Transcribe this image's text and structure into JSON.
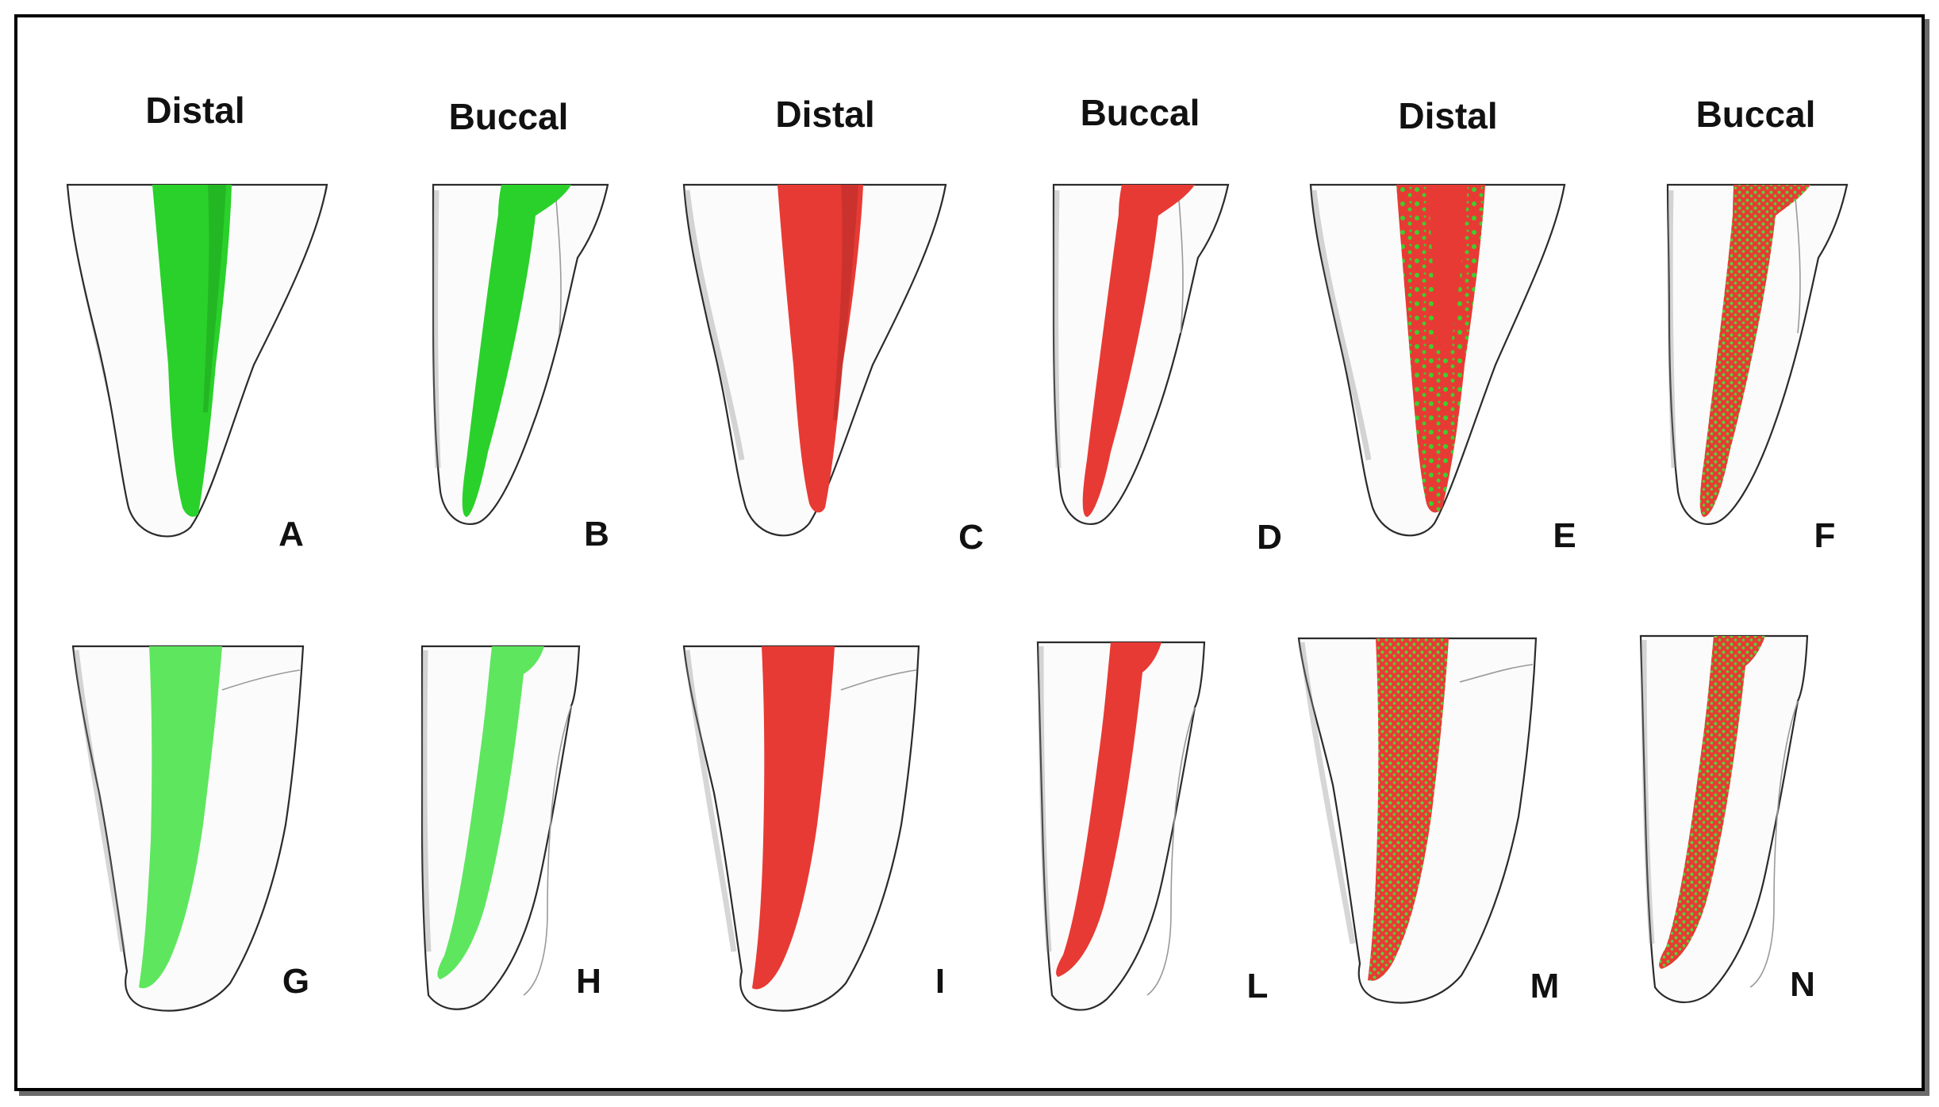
{
  "figure": {
    "headers": [
      "Distal",
      "Buccal",
      "Distal",
      "Buccal",
      "Distal",
      "Buccal"
    ],
    "panels_top": [
      {
        "letter": "A",
        "view": "Distal",
        "fill": "green"
      },
      {
        "letter": "B",
        "view": "Buccal",
        "fill": "green"
      },
      {
        "letter": "C",
        "view": "Distal",
        "fill": "red"
      },
      {
        "letter": "D",
        "view": "Buccal",
        "fill": "red"
      },
      {
        "letter": "E",
        "view": "Distal",
        "fill": "red-green"
      },
      {
        "letter": "F",
        "view": "Buccal",
        "fill": "red-green"
      }
    ],
    "panels_bottom": [
      {
        "letter": "G",
        "view": "Distal",
        "fill": "green"
      },
      {
        "letter": "H",
        "view": "Buccal",
        "fill": "green"
      },
      {
        "letter": "I",
        "view": "Distal",
        "fill": "red"
      },
      {
        "letter": "L",
        "view": "Buccal",
        "fill": "red"
      },
      {
        "letter": "M",
        "view": "Distal",
        "fill": "red-green"
      },
      {
        "letter": "N",
        "view": "Buccal",
        "fill": "red-green"
      }
    ],
    "colors": {
      "green": "#2ad12a",
      "red": "#e83a34",
      "frame": "#000000",
      "shadow": "#6b6b6b"
    }
  }
}
